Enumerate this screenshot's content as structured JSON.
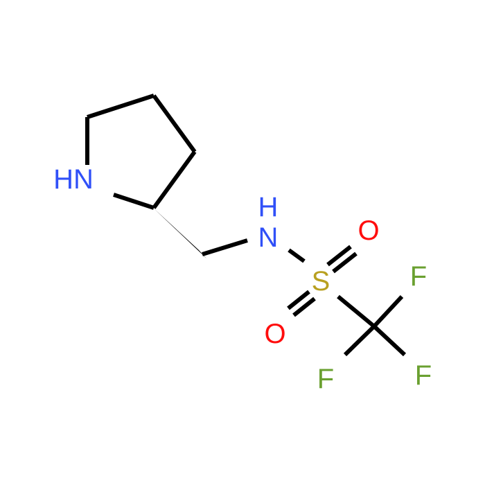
{
  "molecule": {
    "atoms": {
      "ring_nh": {
        "label": "HN",
        "color": "#3050f8"
      },
      "amide_nh_h": {
        "label": "H",
        "color": "#3050f8"
      },
      "amide_nh_n": {
        "label": "N",
        "color": "#3050f8"
      },
      "sulfur": {
        "label": "S",
        "color": "#b8a020"
      },
      "oxygen_top": {
        "label": "O",
        "color": "#ff0d0d"
      },
      "oxygen_bottom": {
        "label": "O",
        "color": "#ff0d0d"
      },
      "fluorine_top": {
        "label": "F",
        "color": "#6aa030"
      },
      "fluorine_right": {
        "label": "F",
        "color": "#6aa030"
      },
      "fluorine_left": {
        "label": "F",
        "color": "#6aa030"
      }
    },
    "bond_color": "#000000",
    "stereo_bond": "wedge"
  }
}
